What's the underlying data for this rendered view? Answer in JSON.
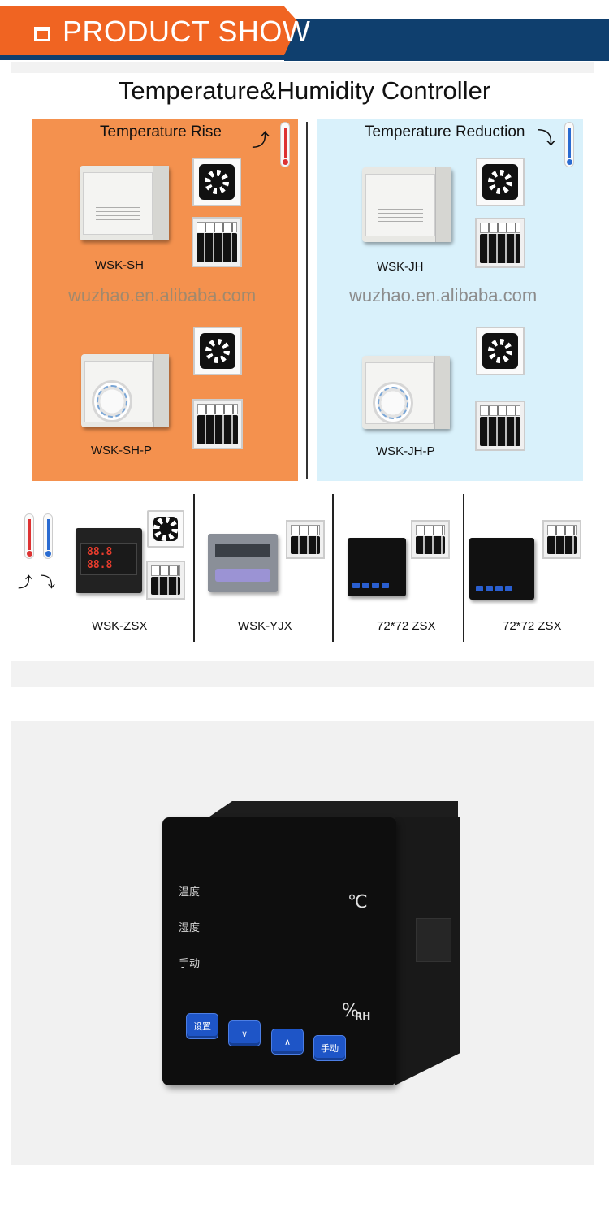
{
  "banner": {
    "title": "PRODUCT SHOW",
    "icon": "square-icon",
    "orange": "#f06422",
    "blue": "#0f3f6e"
  },
  "main_title": "Temperature&Humidity Controller",
  "panels": {
    "rise": {
      "title": "Temperature Rise",
      "color": "#f4914e",
      "watermark": "wuzhao.en.alibaba.com",
      "models": [
        "WSK-SH",
        "WSK-SH-P"
      ]
    },
    "reduction": {
      "title": "Temperature Reduction",
      "color": "#d9f1fb",
      "watermark": "wuzhao.en.alibaba.com",
      "models": [
        "WSK-JH",
        "WSK-JH-P"
      ]
    }
  },
  "bottom_row": {
    "models": [
      "WSK-ZSX",
      "WSK-YJX",
      "72*72 ZSX",
      "72*72 ZSX"
    ]
  },
  "big_device": {
    "labels": [
      "温度",
      "湿度",
      "手动"
    ],
    "unit_temp": "℃",
    "unit_hum_symbol": "%",
    "unit_hum_sub": "RH",
    "buttons": [
      "设置",
      "∨",
      "∧",
      "手动"
    ]
  }
}
